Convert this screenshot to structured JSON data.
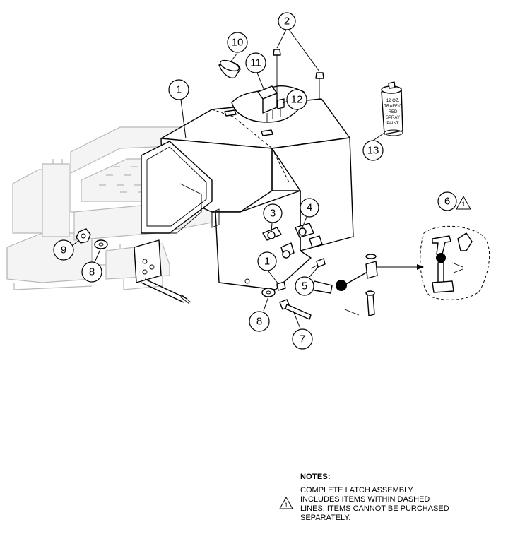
{
  "callouts": {
    "c1a": "1",
    "c1b": "1",
    "c2": "2",
    "c3": "3",
    "c4": "4",
    "c5": "5",
    "c6": "6",
    "c7": "7",
    "c8a": "8",
    "c8b": "8",
    "c9": "9",
    "c10": "10",
    "c11": "11",
    "c12": "12",
    "c13": "13"
  },
  "warning_marks": {
    "latch": "1",
    "note": "1"
  },
  "spray_can": {
    "lines": [
      "12 OZ.",
      "TRAFFIC",
      "RED",
      "SPRAY",
      "PAINT"
    ]
  },
  "notes": {
    "title": "NOTES:",
    "lines": [
      "COMPLETE LATCH ASSEMBLY",
      "INCLUDES ITEMS WITHIN DASHED",
      "LINES. ITEMS CANNOT BE PURCHASED",
      "SEPARATELY."
    ]
  }
}
